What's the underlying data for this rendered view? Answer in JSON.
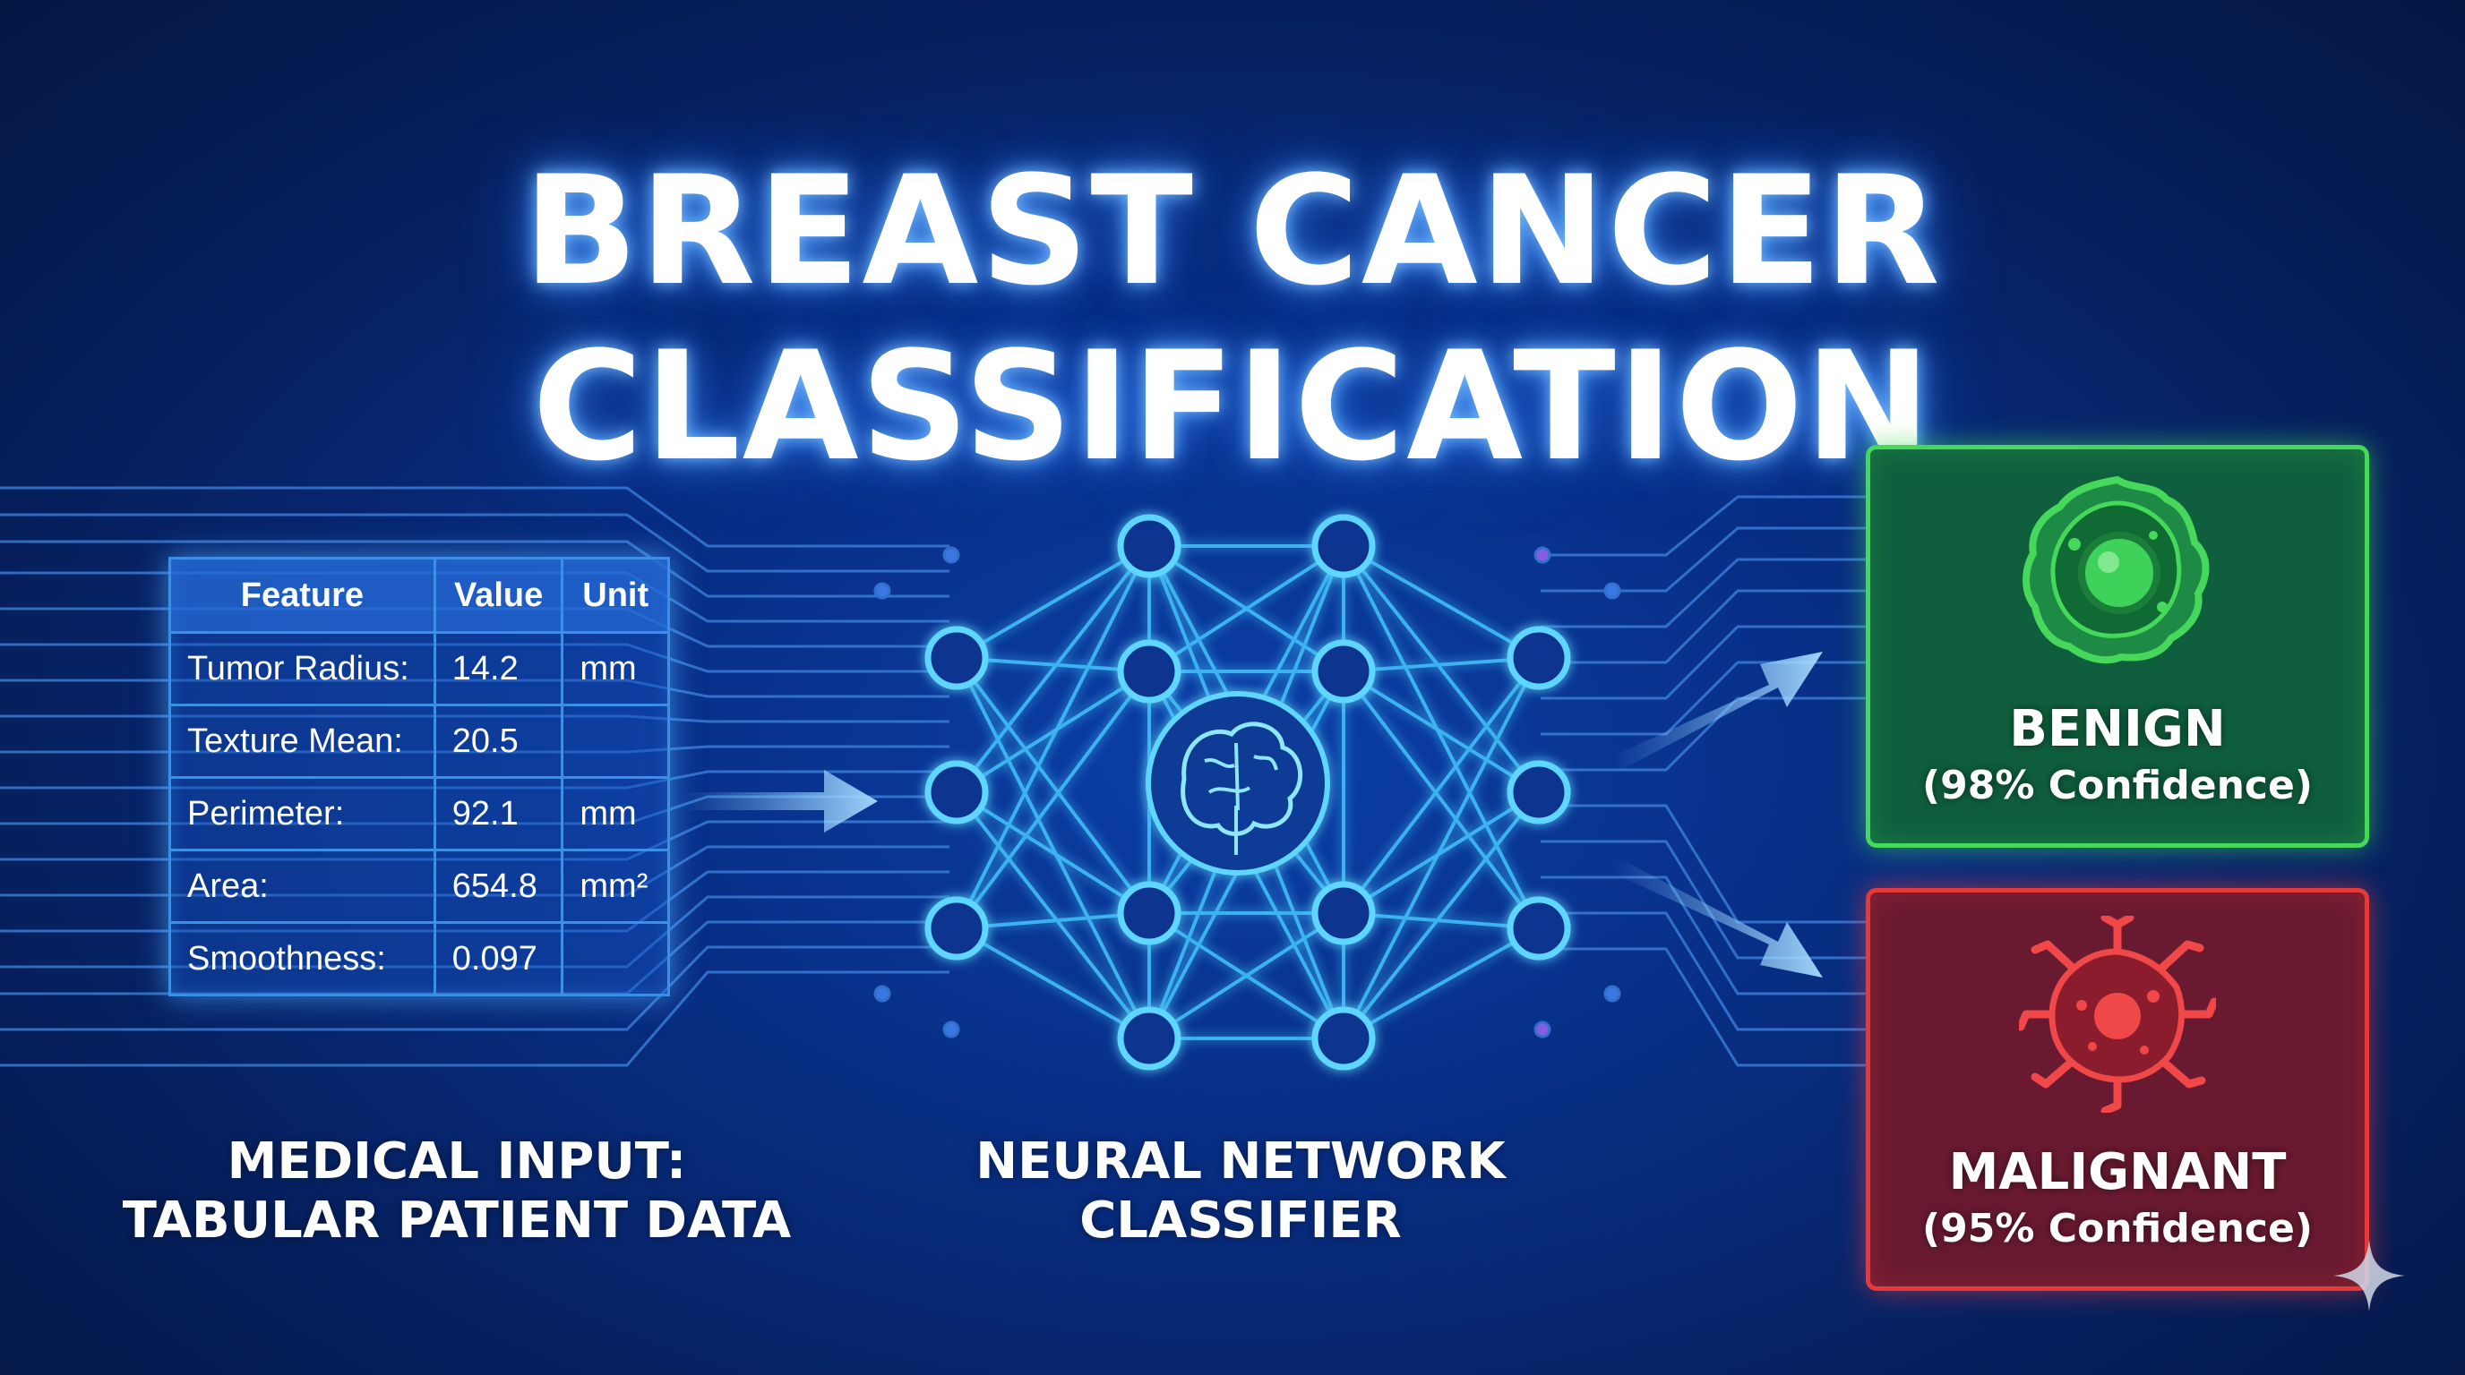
{
  "title": "BREAST CANCER CLASSIFICATION",
  "input_table": {
    "headers": [
      "Feature",
      "Value",
      "Unit"
    ],
    "rows": [
      [
        "Tumor Radius:",
        "14.2",
        "mm"
      ],
      [
        "Texture Mean:",
        "20.5",
        ""
      ],
      [
        "Perimeter:",
        "92.1",
        "mm"
      ],
      [
        "Area:",
        "654.8",
        "mm²"
      ],
      [
        "Smoothness:",
        "0.097",
        ""
      ]
    ]
  },
  "input_label": {
    "line1": "MEDICAL INPUT:",
    "line2": "TABULAR PATIENT DATA"
  },
  "network_label": {
    "line1": "NEURAL NETWORK",
    "line2": "CLASSIFIER"
  },
  "outputs": {
    "benign": {
      "label": "BENIGN",
      "confidence": "(98% Confidence)",
      "color": "#46d85a"
    },
    "malignant": {
      "label": "MALIGNANT",
      "confidence": "(95% Confidence)",
      "color": "#e63a3a"
    }
  },
  "icons": [
    "brain-icon",
    "benign-cell-icon",
    "malignant-cell-icon",
    "arrow-icon",
    "sparkle-icon"
  ],
  "colors": {
    "background": "#082f86",
    "network": "#45c8ff",
    "table_border": "#4aa8ff"
  }
}
